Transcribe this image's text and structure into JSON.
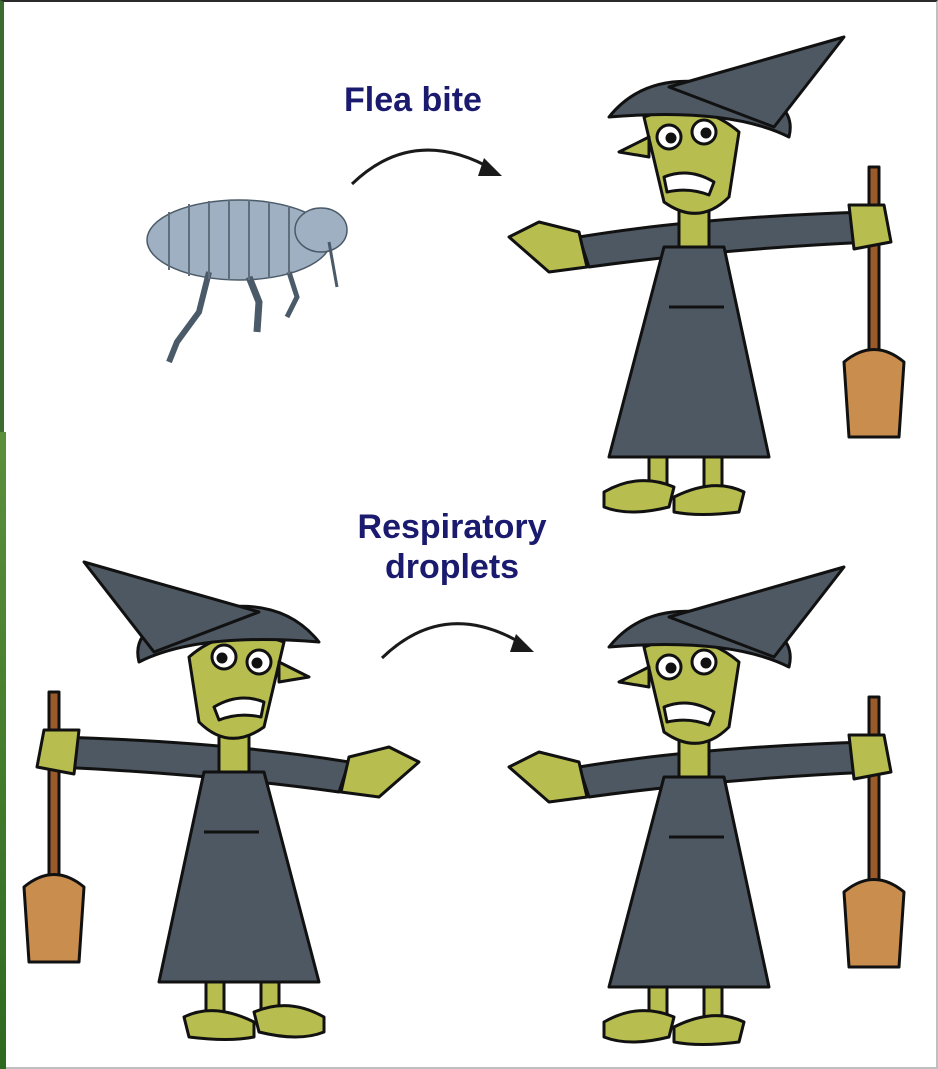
{
  "labels": {
    "flea_bite": "Flea bite",
    "respiratory_line1": "Respiratory",
    "respiratory_line2": "droplets"
  },
  "colors": {
    "label_text": "#1a1a6e",
    "witch_dress": "#4d5862",
    "witch_skin": "#b7bd4e",
    "broom_head": "#c98d4d",
    "flea_body": "#9fb0c2"
  },
  "icons": {
    "flea": "flea-illustration",
    "witch": "witch-cartoon",
    "arrow": "curved-arrow"
  }
}
